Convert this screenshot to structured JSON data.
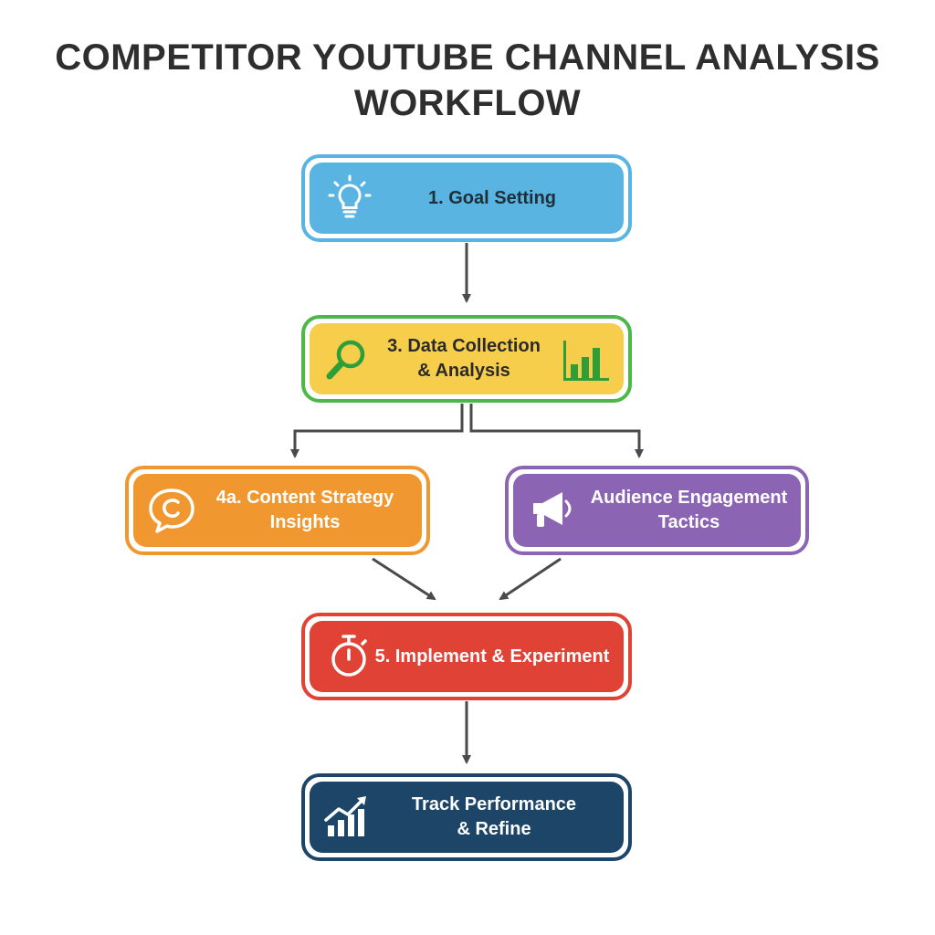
{
  "title": {
    "line1": "COMPETITOR YOUTUBE CHANNEL ANALYSIS",
    "line2": "WORKFLOW"
  },
  "nodes": [
    {
      "lines": [
        "1. Goal Setting"
      ],
      "icon": "lightbulb-icon",
      "fill": "#5ab4e2",
      "border": "#5ab4e2",
      "text_color": "#1f2f3a"
    },
    {
      "lines": [
        "3. Data Collection",
        "& Analysis"
      ],
      "icon": "magnifier-icon",
      "icon2": "bar-chart-icon",
      "fill": "#f7ce4b",
      "border": "#4cb848",
      "text_color": "#2a2a2a"
    },
    {
      "lines": [
        "4a. Content Strategy",
        "Insights"
      ],
      "icon": "chat-bubble-icon",
      "fill": "#f0982f",
      "border": "#f0982f",
      "text_color": "#ffffff"
    },
    {
      "lines": [
        "Audience Engagement",
        "Tactics"
      ],
      "icon": "megaphone-icon",
      "fill": "#8c64b4",
      "border": "#8c64b4",
      "text_color": "#ffffff"
    },
    {
      "lines": [
        "5. Implement & Experiment"
      ],
      "icon": "stopwatch-icon",
      "fill": "#e04235",
      "border": "#e04235",
      "text_color": "#ffffff"
    },
    {
      "lines": [
        "Track Performance",
        "& Refine"
      ],
      "icon": "growth-chart-icon",
      "fill": "#1d4568",
      "border": "#1d4568",
      "text_color": "#ffffff"
    }
  ],
  "connector_color": "#4a4a4a"
}
